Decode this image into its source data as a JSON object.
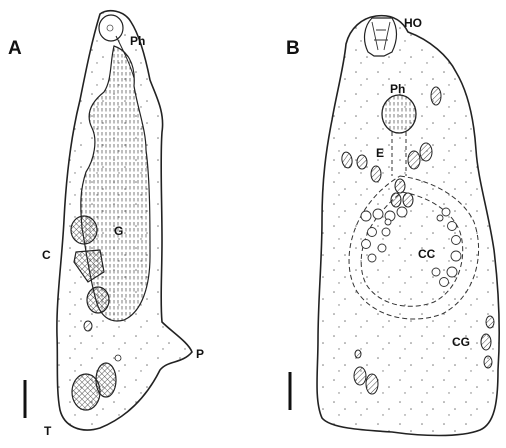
{
  "panels": [
    {
      "id": "A",
      "letter": "A",
      "labels": {
        "pharynx": "Ph",
        "gut": "G",
        "cells": "C",
        "posterior": "P",
        "tail": "T"
      }
    },
    {
      "id": "B",
      "letter": "B",
      "labels": {
        "holdfast": "HO",
        "pharynx": "Ph",
        "e": "E",
        "cc": "CC",
        "cg": "CG"
      }
    }
  ]
}
